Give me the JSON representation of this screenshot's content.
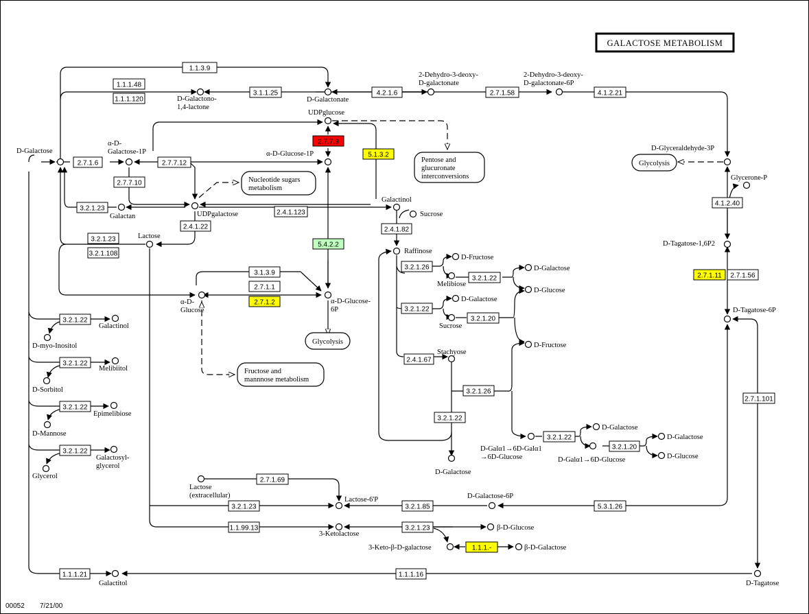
{
  "title": "GALACTOSE METABOLISM",
  "footer": {
    "map_id": "00052",
    "date": "7/21/00"
  },
  "colors": {
    "red": "#ff0000",
    "yellow": "#ffff00",
    "green": "#bfffbf",
    "white": "#ffffff"
  },
  "enzymes": [
    {
      "id": "e1",
      "label": "1.1.3.9",
      "color": "white"
    },
    {
      "id": "e2",
      "label": "1.1.1.48",
      "color": "white"
    },
    {
      "id": "e3",
      "label": "1.1.1.120",
      "color": "white"
    },
    {
      "id": "e4",
      "label": "3.1.1.25",
      "color": "white"
    },
    {
      "id": "e5",
      "label": "4.2.1.6",
      "color": "white"
    },
    {
      "id": "e6",
      "label": "2.7.1.58",
      "color": "white"
    },
    {
      "id": "e7",
      "label": "4.1.2.21",
      "color": "white"
    },
    {
      "id": "e8",
      "label": "2.7.7.9",
      "color": "red"
    },
    {
      "id": "e9",
      "label": "5.1.3.2",
      "color": "yellow"
    },
    {
      "id": "e10",
      "label": "2.7.1.6",
      "color": "white"
    },
    {
      "id": "e11",
      "label": "2.7.7.12",
      "color": "white"
    },
    {
      "id": "e12",
      "label": "2.7.7.10",
      "color": "white"
    },
    {
      "id": "e13",
      "label": "3.2.1.23",
      "color": "white"
    },
    {
      "id": "e14",
      "label": "2.4.1.123",
      "color": "white"
    },
    {
      "id": "e15",
      "label": "2.4.1.22",
      "color": "white"
    },
    {
      "id": "e16",
      "label": "3.2.1.23",
      "color": "white"
    },
    {
      "id": "e17",
      "label": "3.2.1.108",
      "color": "white"
    },
    {
      "id": "e18",
      "label": "5.4.2.2",
      "color": "green"
    },
    {
      "id": "e19",
      "label": "2.4.1.82",
      "color": "white"
    },
    {
      "id": "e20",
      "label": "3.1.3.9",
      "color": "white"
    },
    {
      "id": "e21",
      "label": "2.7.1.1",
      "color": "white"
    },
    {
      "id": "e22",
      "label": "2.7.1.2",
      "color": "yellow"
    },
    {
      "id": "e23",
      "label": "3.2.1.26",
      "color": "white"
    },
    {
      "id": "e24",
      "label": "3.2.1.22",
      "color": "white"
    },
    {
      "id": "e25",
      "label": "3.2.1.22",
      "color": "white"
    },
    {
      "id": "e26",
      "label": "3.2.1.20",
      "color": "white"
    },
    {
      "id": "e27",
      "label": "2.4.1.67",
      "color": "white"
    },
    {
      "id": "e28",
      "label": "3.2.1.26",
      "color": "white"
    },
    {
      "id": "e29",
      "label": "3.2.1.22",
      "color": "white"
    },
    {
      "id": "e30",
      "label": "3.2.1.22",
      "color": "white"
    },
    {
      "id": "e31",
      "label": "3.2.1.20",
      "color": "white"
    },
    {
      "id": "e32",
      "label": "3.2.1.22",
      "color": "white"
    },
    {
      "id": "e33",
      "label": "3.2.1.22",
      "color": "white"
    },
    {
      "id": "e34",
      "label": "3.2.1.22",
      "color": "white"
    },
    {
      "id": "e35",
      "label": "3.2.1.22",
      "color": "white"
    },
    {
      "id": "e36",
      "label": "4.1.2.40",
      "color": "white"
    },
    {
      "id": "e37",
      "label": "2.7.1.11",
      "color": "yellow"
    },
    {
      "id": "e38",
      "label": "2.7.1.56",
      "color": "white"
    },
    {
      "id": "e39",
      "label": "2.7.1.101",
      "color": "white"
    },
    {
      "id": "e40",
      "label": "2.7.1.69",
      "color": "white"
    },
    {
      "id": "e41",
      "label": "3.2.1.23",
      "color": "white"
    },
    {
      "id": "e42",
      "label": "3.2.1.85",
      "color": "white"
    },
    {
      "id": "e43",
      "label": "5.3.1.26",
      "color": "white"
    },
    {
      "id": "e44",
      "label": "1.1.99.13",
      "color": "white"
    },
    {
      "id": "e45",
      "label": "3.2.1.23",
      "color": "white"
    },
    {
      "id": "e46",
      "label": "1.1.1.-",
      "color": "yellow"
    },
    {
      "id": "e47",
      "label": "1.1.1.21",
      "color": "white"
    },
    {
      "id": "e48",
      "label": "1.1.1.16",
      "color": "white"
    }
  ],
  "compounds": [
    {
      "id": "c_gal",
      "label": [
        "D-Galactose"
      ]
    },
    {
      "id": "c_galactono",
      "label": [
        "D-Galactono-",
        "1,4-lactone"
      ]
    },
    {
      "id": "c_galactonate",
      "label": [
        "D-Galactonate"
      ]
    },
    {
      "id": "c_dhdg",
      "label": [
        "2-Dehydro-3-deoxy-",
        "D-galactonate"
      ]
    },
    {
      "id": "c_dhdg6p",
      "label": [
        "2-Dehydro-3-deoxy-",
        "D-galactonate-6P"
      ]
    },
    {
      "id": "c_udpglc",
      "label": [
        "UDPglucose"
      ]
    },
    {
      "id": "c_gal1p",
      "label": [
        "α-D-",
        "Galactose-1P"
      ]
    },
    {
      "id": "c_glc1p",
      "label": [
        "α-D-Glucose-1P"
      ]
    },
    {
      "id": "c_udpgal",
      "label": [
        "UDPgalactose"
      ]
    },
    {
      "id": "c_galactan",
      "label": [
        "Galactan"
      ]
    },
    {
      "id": "c_lactose",
      "label": [
        "Lactose"
      ]
    },
    {
      "id": "c_galactinol",
      "label": [
        "Galactinol"
      ]
    },
    {
      "id": "c_sucrose1",
      "label": [
        "Sucrose"
      ]
    },
    {
      "id": "c_raffinose",
      "label": [
        "Raffinose"
      ]
    },
    {
      "id": "c_adglc",
      "label": [
        "α-D-",
        "Glucose"
      ]
    },
    {
      "id": "c_glc6p",
      "label": [
        "α-D-Glucose-",
        "6P"
      ]
    },
    {
      "id": "c_fru1",
      "label": [
        "D-Fructose"
      ]
    },
    {
      "id": "c_melibiose",
      "label": [
        "Melibiose"
      ]
    },
    {
      "id": "c_gal2",
      "label": [
        "D-Galactose"
      ]
    },
    {
      "id": "c_glc2",
      "label": [
        "D-Glucose"
      ]
    },
    {
      "id": "c_gal3",
      "label": [
        "D-Galactose"
      ]
    },
    {
      "id": "c_sucrose2",
      "label": [
        "Sucrose"
      ]
    },
    {
      "id": "c_fru2",
      "label": [
        "D-Fructose"
      ]
    },
    {
      "id": "c_stachyose",
      "label": [
        "Stachyose"
      ]
    },
    {
      "id": "c_gal4",
      "label": [
        "D-Galactose"
      ]
    },
    {
      "id": "c_galgalglc",
      "label": [
        "D-Galα1→6D-Galα1",
        "→6D-Glucose"
      ]
    },
    {
      "id": "c_gal5",
      "label": [
        "D-Galactose"
      ]
    },
    {
      "id": "c_galglc",
      "label": [
        "D-Galα1→6D-Glucose"
      ]
    },
    {
      "id": "c_gal6",
      "label": [
        "D-Galactose"
      ]
    },
    {
      "id": "c_glc3",
      "label": [
        "D-Glucose"
      ]
    },
    {
      "id": "c_galactinol2",
      "label": [
        "Galactinol"
      ]
    },
    {
      "id": "c_inositol",
      "label": [
        "D-myo-Inositol"
      ]
    },
    {
      "id": "c_melibiitol",
      "label": [
        "Melibiitol"
      ]
    },
    {
      "id": "c_sorbitol",
      "label": [
        "D-Sorbitol"
      ]
    },
    {
      "id": "c_epimelibiose",
      "label": [
        "Epimelibiose"
      ]
    },
    {
      "id": "c_mannose",
      "label": [
        "D-Mannose"
      ]
    },
    {
      "id": "c_galglycerol",
      "label": [
        "Galactosyl-",
        "glycerol"
      ]
    },
    {
      "id": "c_glycerol",
      "label": [
        "Glycerol"
      ]
    },
    {
      "id": "c_ga3p",
      "label": [
        "D-Glyceraldehyde-3P"
      ]
    },
    {
      "id": "c_dhap",
      "label": [
        "Glycerone-P"
      ]
    },
    {
      "id": "c_tag16p2",
      "label": [
        "D-Tagatose-1,6P2"
      ]
    },
    {
      "id": "c_tag6p",
      "label": [
        "D-Tagatose-6P"
      ]
    },
    {
      "id": "c_lacext",
      "label": [
        "Lactose",
        "(extracellular)"
      ]
    },
    {
      "id": "c_lac6p",
      "label": [
        "Lactose-6'P"
      ]
    },
    {
      "id": "c_gal6p",
      "label": [
        "D-Galactose-6P"
      ]
    },
    {
      "id": "c_ketolac",
      "label": [
        "3-Ketolactose"
      ]
    },
    {
      "id": "c_bglc",
      "label": [
        "β-D-Glucose"
      ]
    },
    {
      "id": "c_ketogal",
      "label": [
        "3-Keto-β-D-galactose"
      ]
    },
    {
      "id": "c_bgal",
      "label": [
        "β-D-Galactose"
      ]
    },
    {
      "id": "c_galactitol",
      "label": [
        "Galactitol"
      ]
    },
    {
      "id": "c_tagatose",
      "label": [
        "D-Tagatose"
      ]
    }
  ],
  "maps": [
    {
      "id": "m_pentose",
      "label": [
        "Pentose and",
        "glucuronate",
        "interconversions"
      ]
    },
    {
      "id": "m_nucleotide",
      "label": [
        "Nucleotide sugars",
        "metabolism"
      ]
    },
    {
      "id": "m_glycolysis1",
      "label": [
        "Glycolysis"
      ]
    },
    {
      "id": "m_glycolysis2",
      "label": [
        "Glycolysis"
      ]
    },
    {
      "id": "m_fructose",
      "label": [
        "Fructose and",
        "mannnose metabolism"
      ]
    }
  ]
}
